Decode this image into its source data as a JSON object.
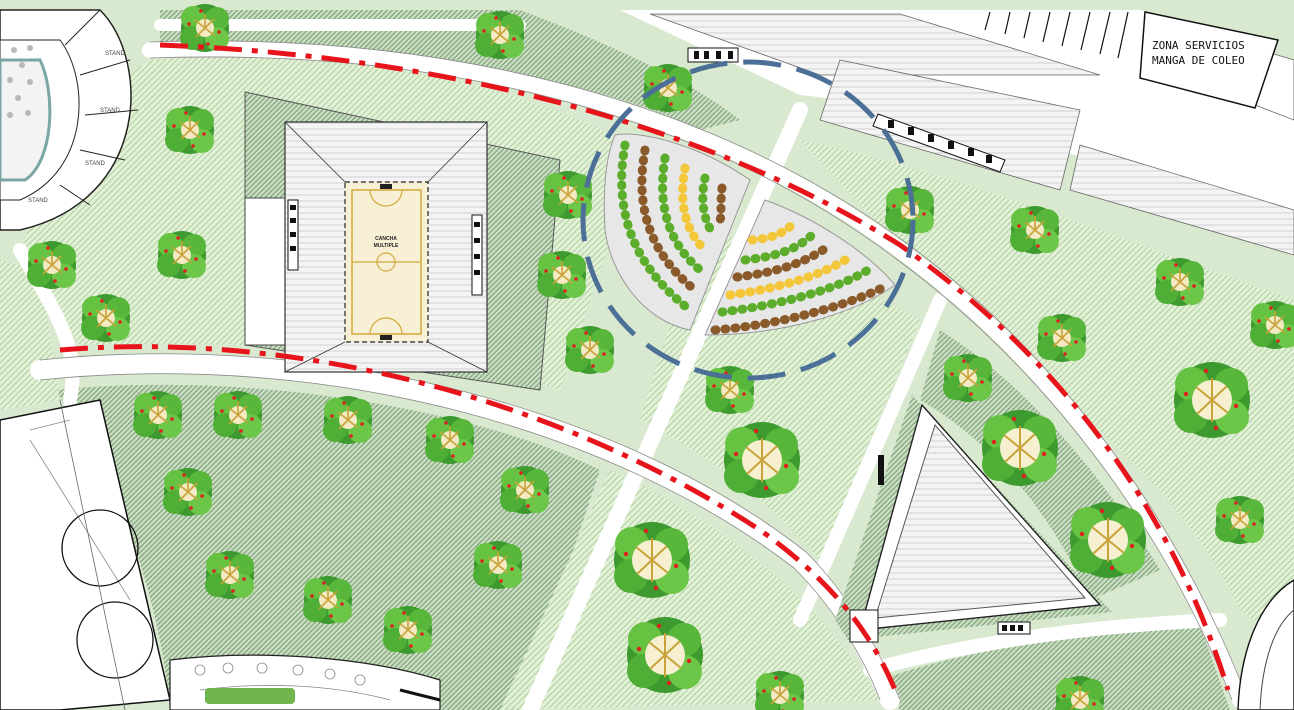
{
  "labels": {
    "zona_line1": "ZONA SERVICIOS",
    "zona_line2": "MANGA DE COLEO",
    "stand": "STAND",
    "court_line1": "CANCHA",
    "court_line2": "MULTIPLE"
  },
  "colors": {
    "lawn_light": "#dbeccd",
    "lawn_dark": "#9fbf96",
    "path": "#ffffff",
    "boundary": "#e8141b",
    "focus_circle": "#4b6f96",
    "tree_green": "#55b43a",
    "tree_dark": "#2f7d24",
    "amphi_green": "#5cad2b",
    "amphi_brown": "#8a5a2b",
    "amphi_yellow": "#f4c63a",
    "court_fill": "#f7f0d4"
  },
  "icons": [
    "tree-icon",
    "amphitheater-icon",
    "sports-court-icon",
    "grandstand-icon"
  ]
}
